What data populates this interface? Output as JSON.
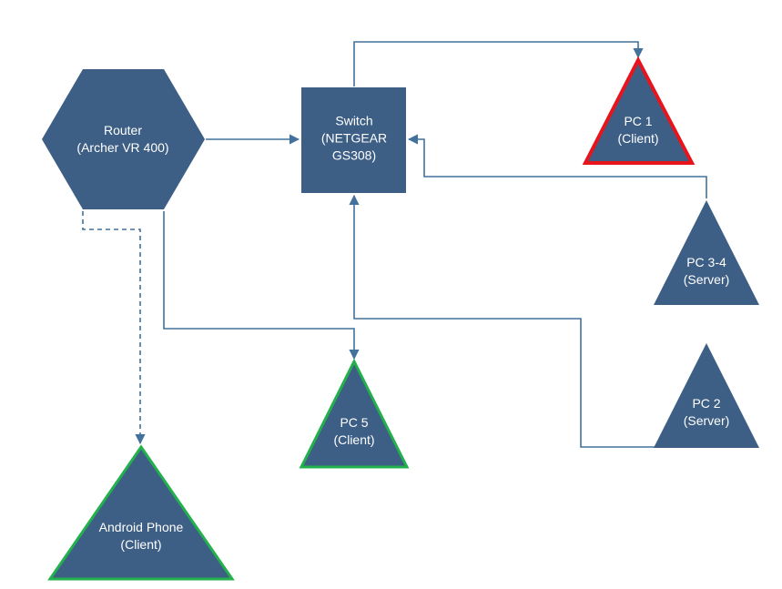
{
  "colors": {
    "node_fill": "#3e5f85",
    "connector": "#41719c",
    "client_highlight": "#22b14c",
    "alert_highlight": "#e8141c",
    "label_text": "#ffffff"
  },
  "nodes": {
    "router": {
      "line1": "Router",
      "line2": "(Archer VR 400)"
    },
    "switch": {
      "line1": "Switch",
      "line2": "(NETGEAR",
      "line3": "GS308)"
    },
    "pc1": {
      "line1": "PC 1",
      "line2": "(Client)"
    },
    "pc34": {
      "line1": "PC 3-4",
      "line2": "(Server)"
    },
    "pc2": {
      "line1": "PC 2",
      "line2": "(Server)"
    },
    "pc5": {
      "line1": "PC 5",
      "line2": "(Client)"
    },
    "android": {
      "line1": "Android Phone",
      "line2": "(Client)"
    }
  }
}
